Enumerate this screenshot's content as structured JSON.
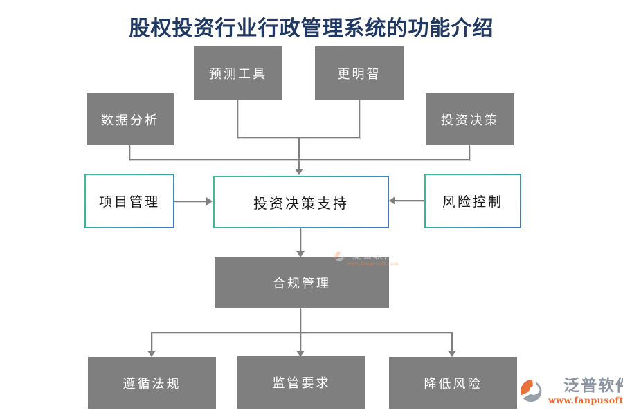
{
  "title": "股权投资行业行政管理系统的功能介绍",
  "diagram": {
    "nodes": [
      {
        "id": "forecast-tools",
        "label": "预测工具",
        "style": "gray"
      },
      {
        "id": "smarter",
        "label": "更明智",
        "style": "gray"
      },
      {
        "id": "data-analysis",
        "label": "数据分析",
        "style": "gray"
      },
      {
        "id": "investment-decision",
        "label": "投资决策",
        "style": "gray"
      },
      {
        "id": "project-management",
        "label": "项目管理",
        "style": "outlined"
      },
      {
        "id": "decision-support",
        "label": "投资决策支持",
        "style": "outlined"
      },
      {
        "id": "risk-control",
        "label": "风险控制",
        "style": "outlined"
      },
      {
        "id": "compliance",
        "label": "合规管理",
        "style": "gray"
      },
      {
        "id": "follow-laws",
        "label": "遵循法规",
        "style": "gray"
      },
      {
        "id": "regulatory-demand",
        "label": "监管要求",
        "style": "gray"
      },
      {
        "id": "reduce-risk",
        "label": "降低风险",
        "style": "gray"
      }
    ],
    "edges": [
      {
        "from": "预测工具",
        "to": "投资决策支持"
      },
      {
        "from": "更明智",
        "to": "投资决策支持"
      },
      {
        "from": "数据分析",
        "to": "投资决策支持"
      },
      {
        "from": "投资决策",
        "to": "投资决策支持"
      },
      {
        "from": "项目管理",
        "to": "投资决策支持"
      },
      {
        "from": "风险控制",
        "to": "投资决策支持"
      },
      {
        "from": "投资决策支持",
        "to": "合规管理"
      },
      {
        "from": "合规管理",
        "to": "遵循法规"
      },
      {
        "from": "合规管理",
        "to": "监管要求"
      },
      {
        "from": "合规管理",
        "to": "降低风险"
      }
    ]
  },
  "watermark": {
    "text": "泛普软件",
    "url": "www.fanpusoft.com"
  },
  "logo": {
    "name": "泛普软件",
    "url": "www.fanpusoft.com"
  },
  "colors": {
    "title_navy": "#1f3864",
    "box_gray": "#7f7f7f",
    "line_gray": "#7f7f7f",
    "border_teal": "#3dbd92",
    "border_blue": "#4472c4",
    "logo_gray": "#8b93a2",
    "logo_orange": "#f0672d"
  }
}
